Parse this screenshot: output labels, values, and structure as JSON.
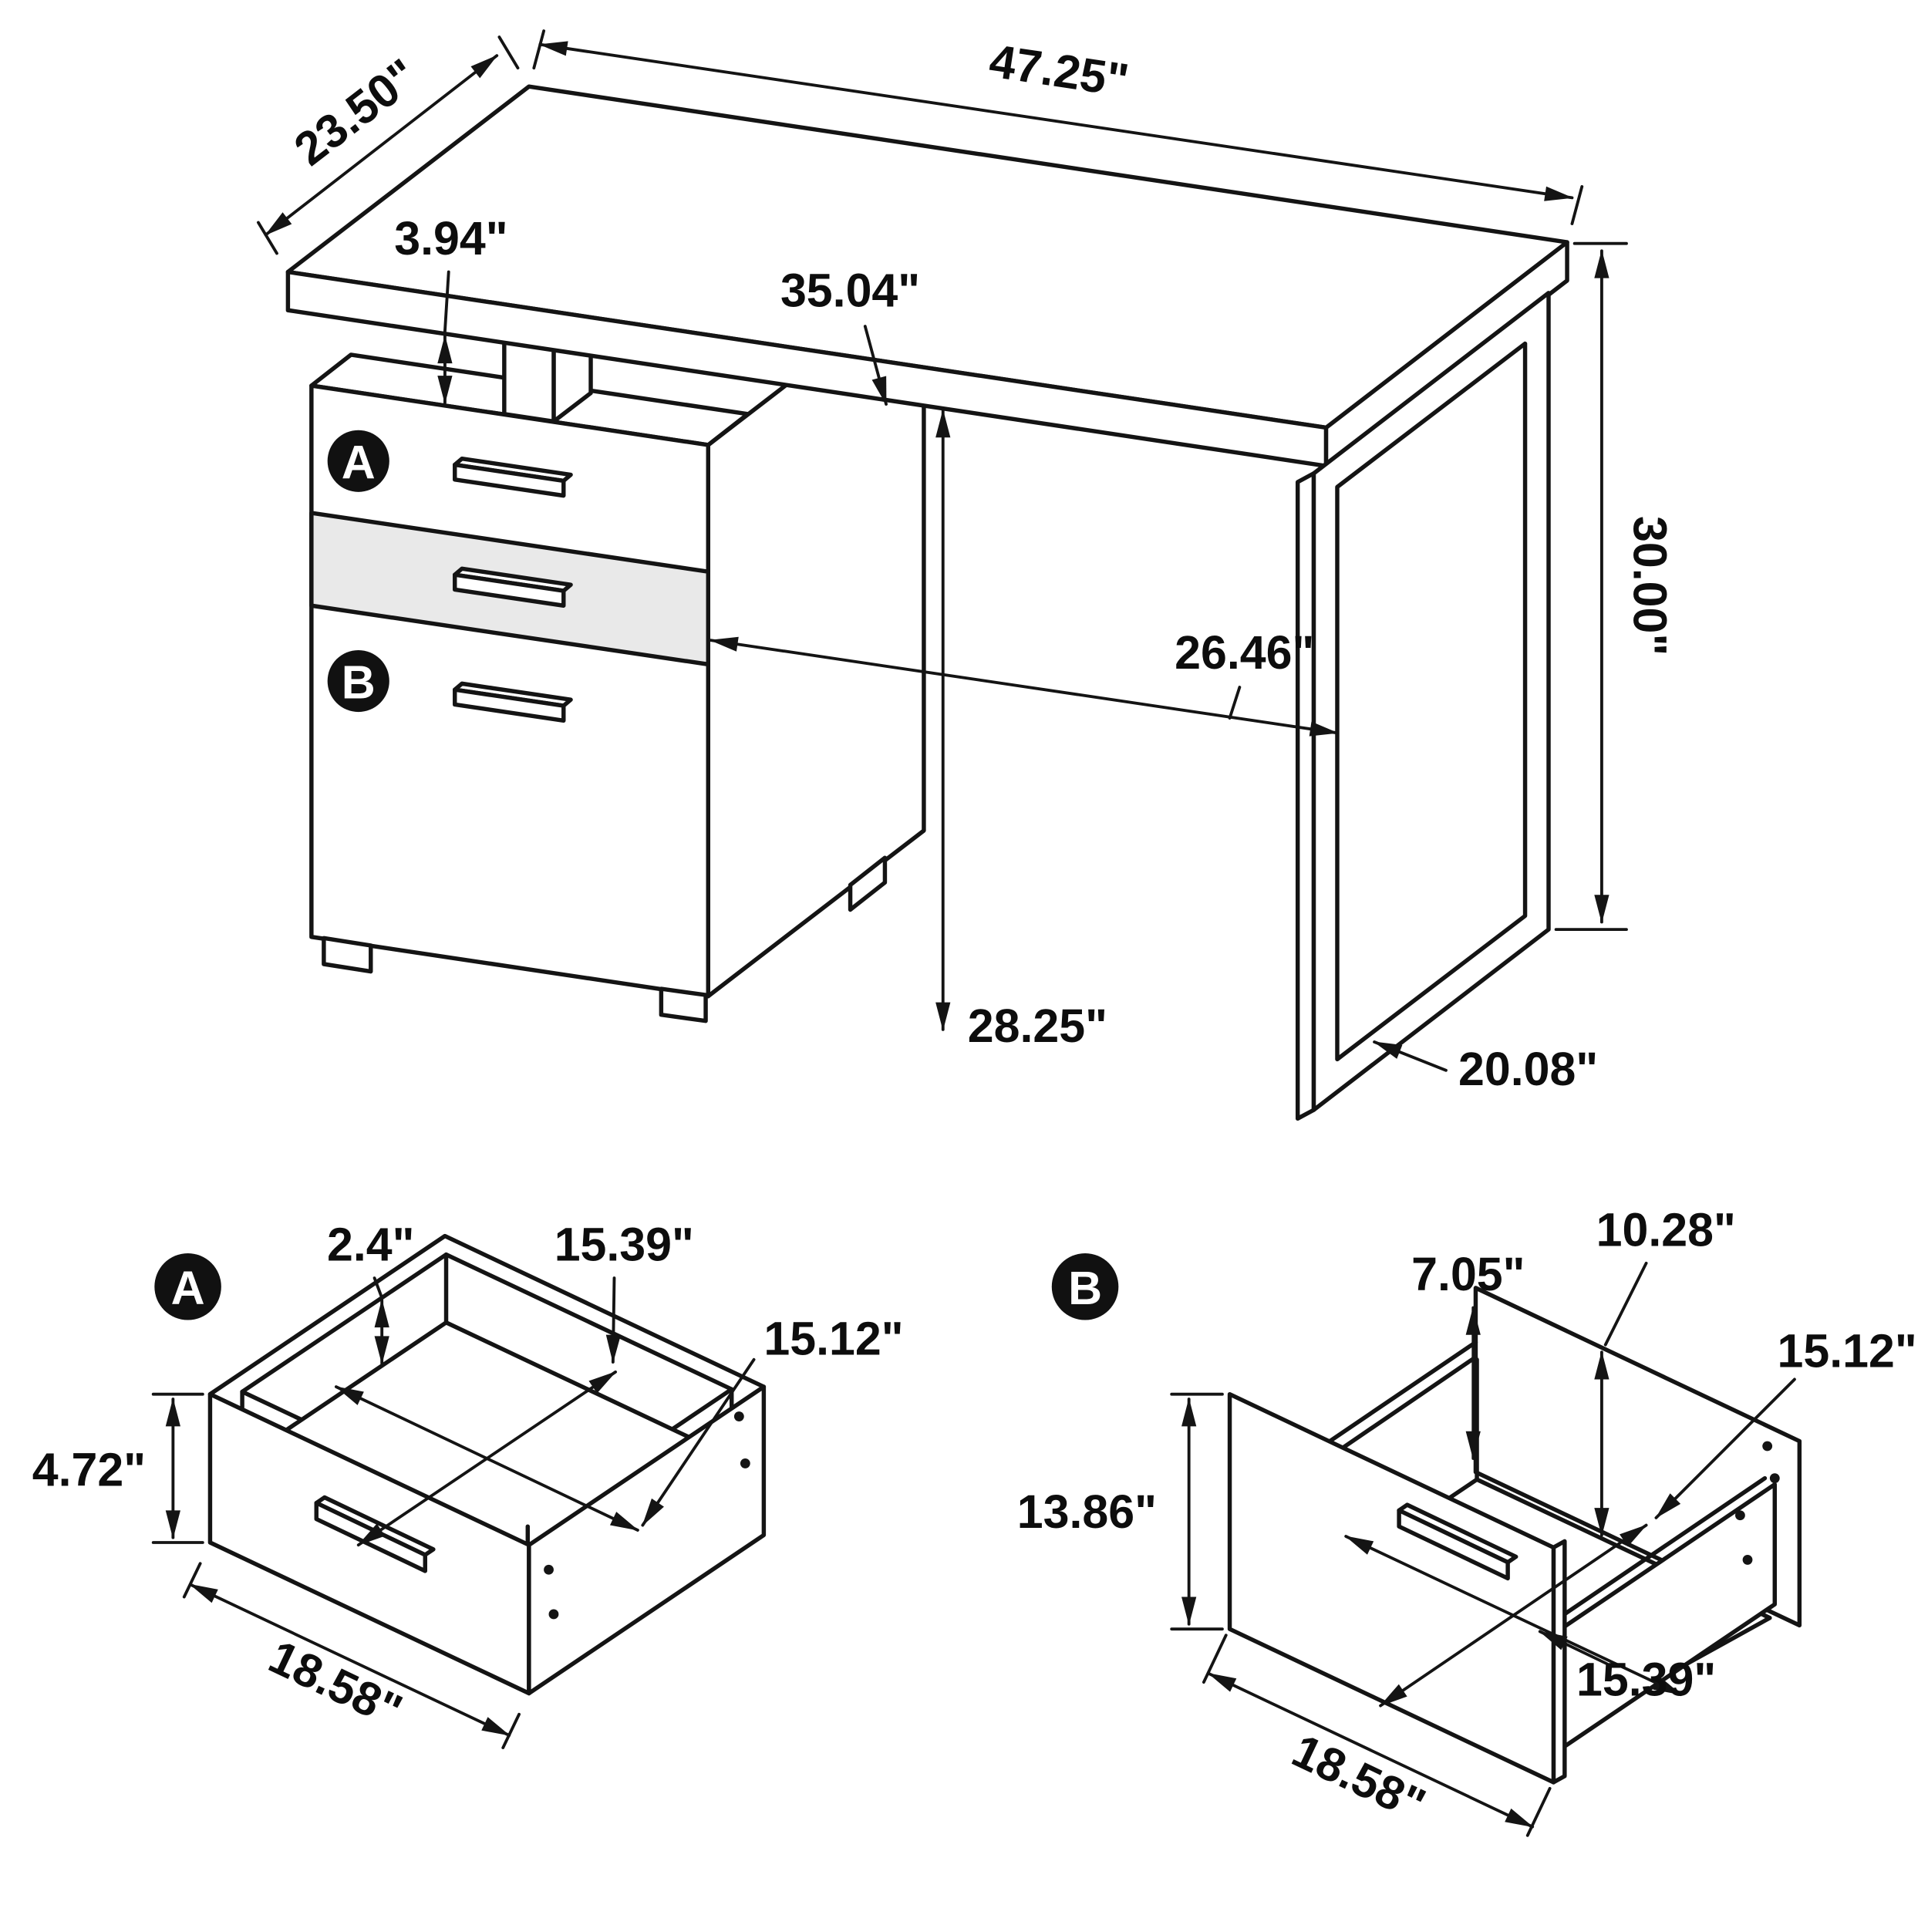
{
  "main_view": {
    "label_a": "A",
    "label_b": "B",
    "dims": {
      "depth": "23.50\"",
      "width": "47.25\"",
      "top_gap": "3.94\"",
      "apron": "35.04\"",
      "height": "30.00\"",
      "knee_width": "26.46\"",
      "knee_height": "28.25\"",
      "leg_depth": "20.08\""
    }
  },
  "drawer_a": {
    "label": "A",
    "dims": {
      "rim": "2.4\"",
      "inner_depth": "15.39\"",
      "inner_width": "15.12\"",
      "height": "4.72\"",
      "width": "18.58\""
    }
  },
  "drawer_b": {
    "label": "B",
    "dims": {
      "back_height": "10.28\"",
      "side_height": "7.05\"",
      "inner_width": "15.12\"",
      "height": "13.86\"",
      "inner_depth": "15.39\"",
      "width": "18.58\""
    }
  },
  "colors": {
    "line": "#141414",
    "shade": "#e9e9e9",
    "background": "#ffffff"
  }
}
